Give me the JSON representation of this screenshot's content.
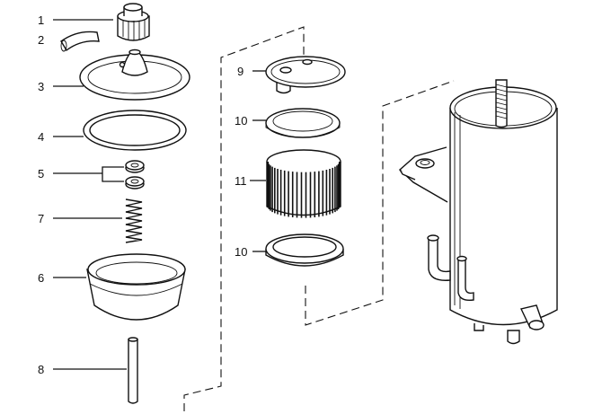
{
  "diagram": {
    "callouts": [
      {
        "id": "c1",
        "label": "1"
      },
      {
        "id": "c2",
        "label": "2"
      },
      {
        "id": "c3",
        "label": "3"
      },
      {
        "id": "c4",
        "label": "4"
      },
      {
        "id": "c5",
        "label": "5"
      },
      {
        "id": "c7",
        "label": "7"
      },
      {
        "id": "c6",
        "label": "6"
      },
      {
        "id": "c8",
        "label": "8"
      },
      {
        "id": "c9",
        "label": "9"
      },
      {
        "id": "c10a",
        "label": "10"
      },
      {
        "id": "c11",
        "label": "11"
      },
      {
        "id": "c10b",
        "label": "10"
      }
    ]
  }
}
